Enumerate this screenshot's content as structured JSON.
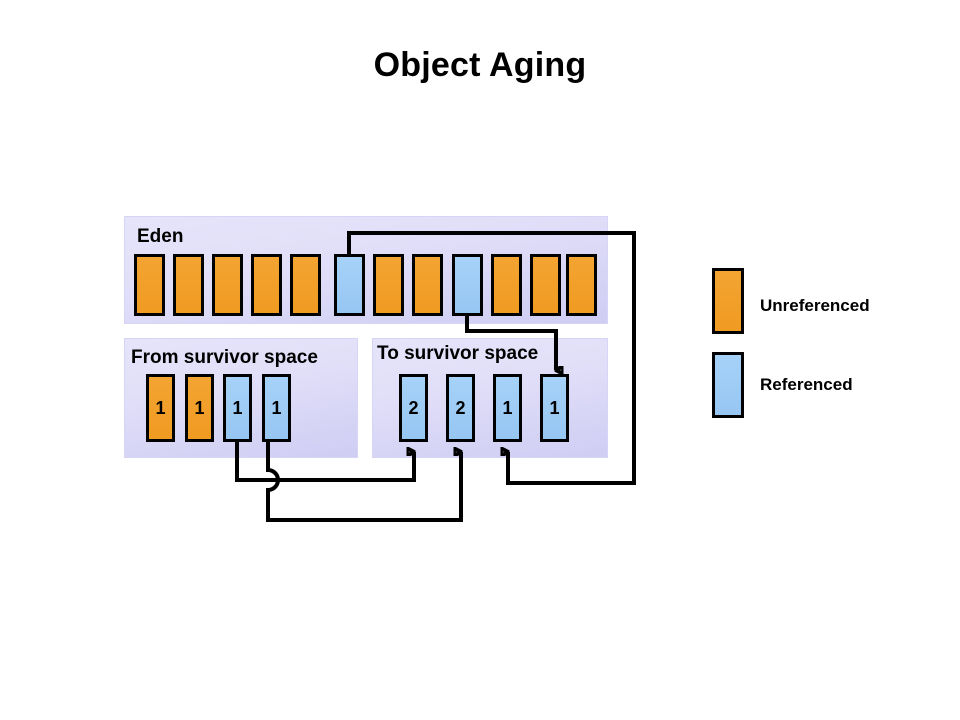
{
  "title": "Object Aging",
  "colors": {
    "unreferenced": "#f09b22",
    "referenced": "#96c6f2",
    "panel_bg": "#e2e0f8",
    "outline": "#000000",
    "page_bg": "#ffffff"
  },
  "regions": {
    "eden": {
      "label": "Eden",
      "blocks": [
        {
          "state": "unreferenced",
          "age": ""
        },
        {
          "state": "unreferenced",
          "age": ""
        },
        {
          "state": "unreferenced",
          "age": ""
        },
        {
          "state": "unreferenced",
          "age": ""
        },
        {
          "state": "unreferenced",
          "age": ""
        },
        {
          "state": "referenced",
          "age": ""
        },
        {
          "state": "unreferenced",
          "age": ""
        },
        {
          "state": "unreferenced",
          "age": ""
        },
        {
          "state": "referenced",
          "age": ""
        },
        {
          "state": "unreferenced",
          "age": ""
        },
        {
          "state": "unreferenced",
          "age": ""
        },
        {
          "state": "unreferenced",
          "age": ""
        }
      ]
    },
    "from_survivor": {
      "label": "From survivor  space",
      "blocks": [
        {
          "state": "unreferenced",
          "age": "1"
        },
        {
          "state": "unreferenced",
          "age": "1"
        },
        {
          "state": "referenced",
          "age": "1"
        },
        {
          "state": "referenced",
          "age": "1"
        }
      ]
    },
    "to_survivor": {
      "label": "To survivor  space",
      "blocks": [
        {
          "state": "referenced",
          "age": "2"
        },
        {
          "state": "referenced",
          "age": "2"
        },
        {
          "state": "referenced",
          "age": "1"
        },
        {
          "state": "referenced",
          "age": "1"
        }
      ]
    }
  },
  "legend": {
    "items": [
      {
        "swatch": "unreferenced",
        "label": "Unreferenced"
      },
      {
        "swatch": "referenced",
        "label": "Referenced"
      }
    ]
  },
  "connectors": [
    {
      "from": "eden.6",
      "to": "to_survivor.3",
      "note": "routes right around outside, arrow up"
    },
    {
      "from": "eden.9",
      "to": "to_survivor.4",
      "note": "routes right, arrow down"
    },
    {
      "from": "from_survivor.3",
      "to": "to_survivor.1",
      "note": "routes below, arrow up"
    },
    {
      "from": "from_survivor.4",
      "to": "to_survivor.2",
      "note": "routes below with line hop, arrow up"
    }
  ]
}
